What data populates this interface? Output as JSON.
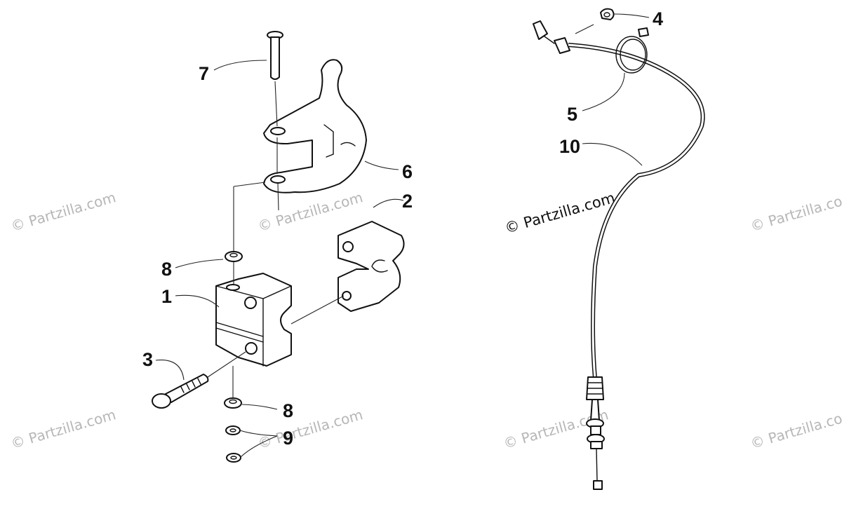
{
  "callouts": {
    "c1": "1",
    "c2": "2",
    "c3": "3",
    "c4": "4",
    "c5": "5",
    "c6": "6",
    "c7": "7",
    "c8a": "8",
    "c8b": "8",
    "c9": "9",
    "c10": "10"
  },
  "watermark": {
    "main": "© Partzilla.com",
    "faint": "© Partzilla.com"
  }
}
